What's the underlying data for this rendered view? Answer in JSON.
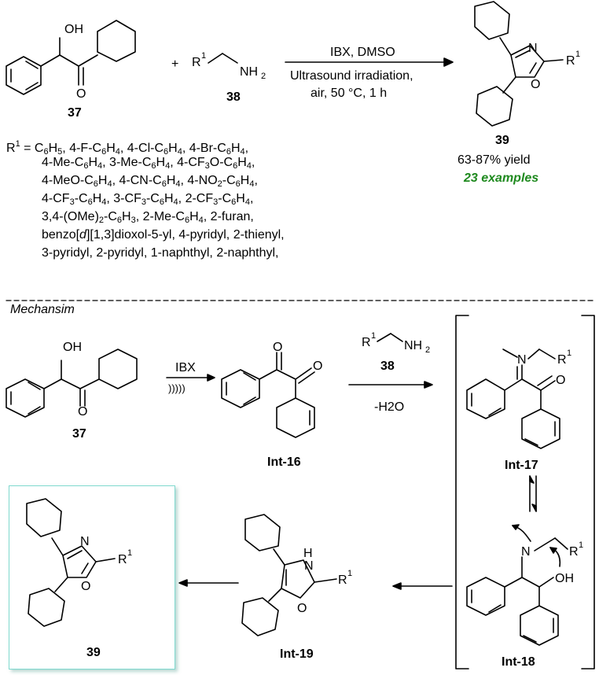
{
  "top": {
    "reagent_line1": "IBX, DMSO",
    "reagent_line2": "Ultrasound irradiation,",
    "reagent_line3": "air, 50 °C, 1 h",
    "plus": "+",
    "cmpd37": "37",
    "cmpd38": "38",
    "cmpd39": "39",
    "yield": "63-87% yield",
    "examples": "23 examples",
    "r_groups": [
      "R1 = C6H5, 4-F-C6H4, 4-Cl-C6H4, 4-Br-C6H4,",
      "4-Me-C6H4, 3-Me-C6H4, 4-CF3O-C6H4,",
      "4-MeO-C6H4, 4-CN-C6H4, 4-NO2-C6H4,",
      "4-CF3-C6H4, 3-CF3-C6H4, 2-CF3-C6H4,",
      "3,4-(OMe)2-C6H3, 2-Me-C6H4, 2-furan,",
      "benzo[d][1,3]dioxol-5-yl, 4-pyridyl, 2-thienyl,",
      "3-pyridyl, 2-pyridyl, 1-naphthyl, 2-naphthyl,"
    ]
  },
  "mechanism": {
    "title": "Mechansim",
    "ibx": "IBX",
    "ultrasound": ")))))",
    "amine_label": "38",
    "minus_water": "-H2O",
    "cmpd37": "37",
    "int16": "Int-16",
    "int17": "Int-17",
    "int18": "Int-18",
    "int19": "Int-19",
    "cmpd39": "39"
  },
  "atoms": {
    "oh": "OH",
    "o": "O",
    "n": "N",
    "nh": "H",
    "nh2": "NH",
    "r": "R",
    "one": "1",
    "two": "2"
  }
}
